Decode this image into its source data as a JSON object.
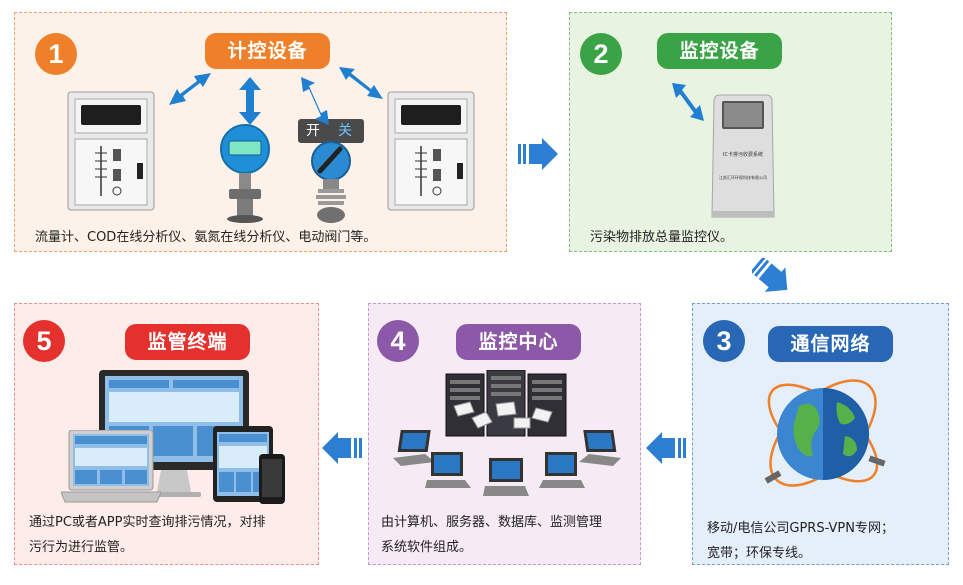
{
  "steps": [
    {
      "number": "1",
      "title": "计控设备",
      "description": "流量计、COD在线分析仪、氨氮在线分析仪、电动阀门等。",
      "color": "#f07f2a"
    },
    {
      "number": "2",
      "title": "监控设备",
      "description": "污染物排放总量监控仪。",
      "color": "#3aa345"
    },
    {
      "number": "3",
      "title": "通信网络",
      "description_line1": "移动/电信公司GPRS-VPN专网；",
      "description_line2": "宽带；环保专线。",
      "color": "#2767b6"
    },
    {
      "number": "4",
      "title": "监控中心",
      "description_line1": "由计算机、服务器、数据库、监测管理",
      "description_line2": "系统软件组成。",
      "color": "#8c58a8"
    },
    {
      "number": "5",
      "title": "监管终端",
      "description_line1": "通过PC或者APP实时查询排污情况，对排",
      "description_line2": "污行为进行监管。",
      "color": "#e5312d"
    }
  ],
  "valve_label": {
    "open": "开",
    "close": "关"
  },
  "kiosk_label_1": "IC卡排污收费系统",
  "kiosk_label_2": "江苏汇环环保科技有限公司",
  "icons": [
    "cabinet-icon",
    "flowmeter-icon",
    "valve-icon",
    "kiosk-icon",
    "globe-icon",
    "server-icon",
    "laptop-icon",
    "monitor-icon",
    "tablet-icon",
    "phone-icon"
  ]
}
